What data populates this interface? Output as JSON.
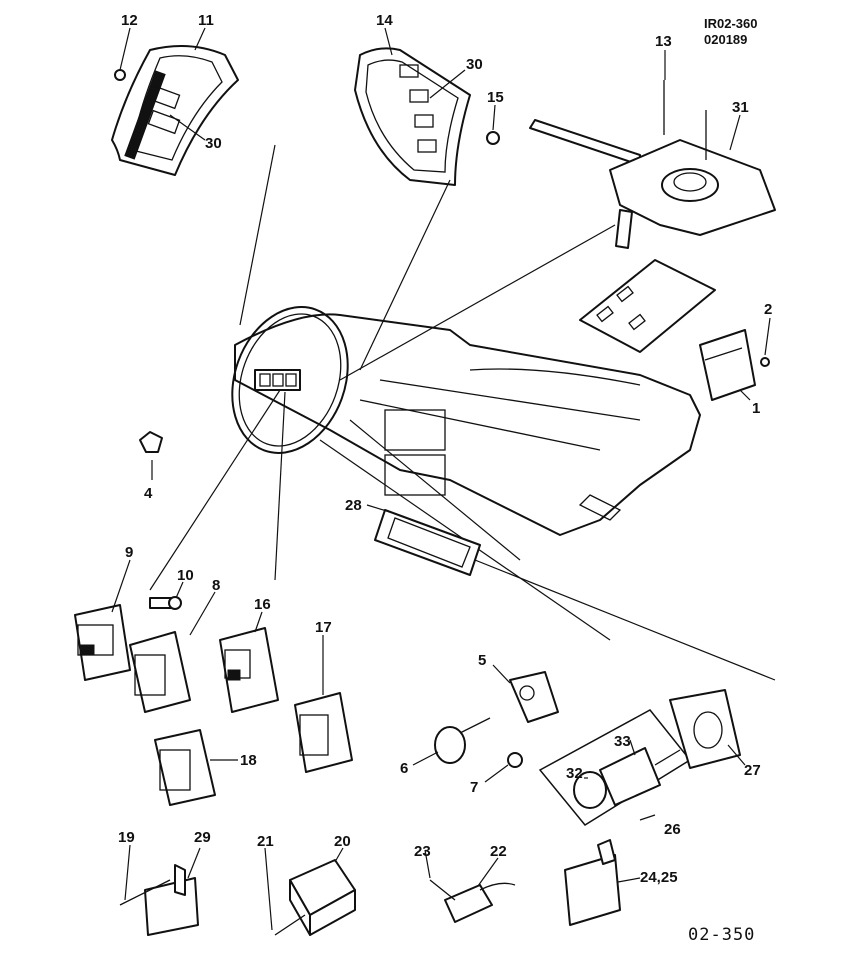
{
  "reference": {
    "line1": "IR02-360",
    "line2": "020189"
  },
  "footer_code": "02-350",
  "callouts": {
    "c1": "1",
    "c2": "2",
    "c4": "4",
    "c5": "5",
    "c6": "6",
    "c7": "7",
    "c8": "8",
    "c9": "9",
    "c10": "10",
    "c11": "11",
    "c12": "12",
    "c13": "13",
    "c14": "14",
    "c15": "15",
    "c16": "16",
    "c17": "17",
    "c18": "18",
    "c19": "19",
    "c20": "20",
    "c21": "21",
    "c22": "22",
    "c23": "23",
    "c24_25": "24,25",
    "c26": "26",
    "c27": "27",
    "c28": "28",
    "c29": "29",
    "c30a": "30",
    "c30b": "30",
    "c31": "31",
    "c32": "32",
    "c33": "33"
  }
}
